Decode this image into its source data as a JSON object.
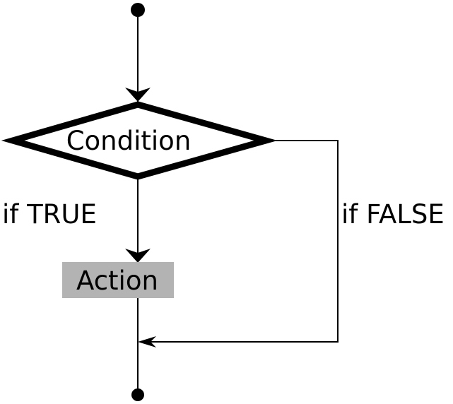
{
  "nodes": {
    "condition": {
      "label": "Condition"
    },
    "action": {
      "label": "Action"
    }
  },
  "edges": {
    "true_branch": {
      "label": "if TRUE"
    },
    "false_branch": {
      "label": "if FALSE"
    }
  },
  "colors": {
    "stroke": "#000000",
    "action_fill": "#b3b3b3",
    "condition_fill": "#ffffff",
    "background": "#ffffff"
  }
}
